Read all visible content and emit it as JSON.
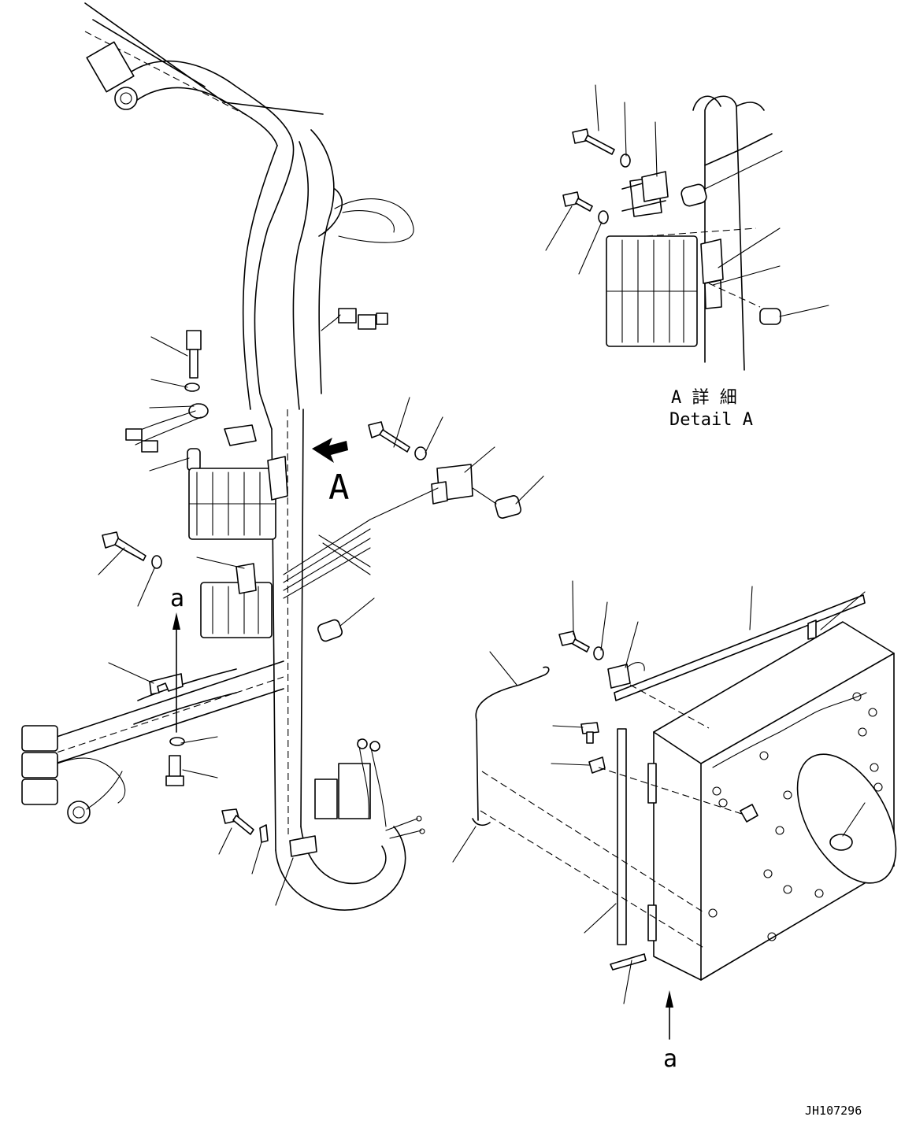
{
  "view_labels": {
    "view_arrow_letter": "A",
    "detail_title_jp": "A 詳 細",
    "detail_title_en": "Detail A",
    "ref_mark_a_upper": "a",
    "ref_mark_a_lower": "a"
  },
  "drawing_number": "JH107296",
  "icons": [
    "view-direction-arrow-icon",
    "reference-arrow-icon"
  ]
}
